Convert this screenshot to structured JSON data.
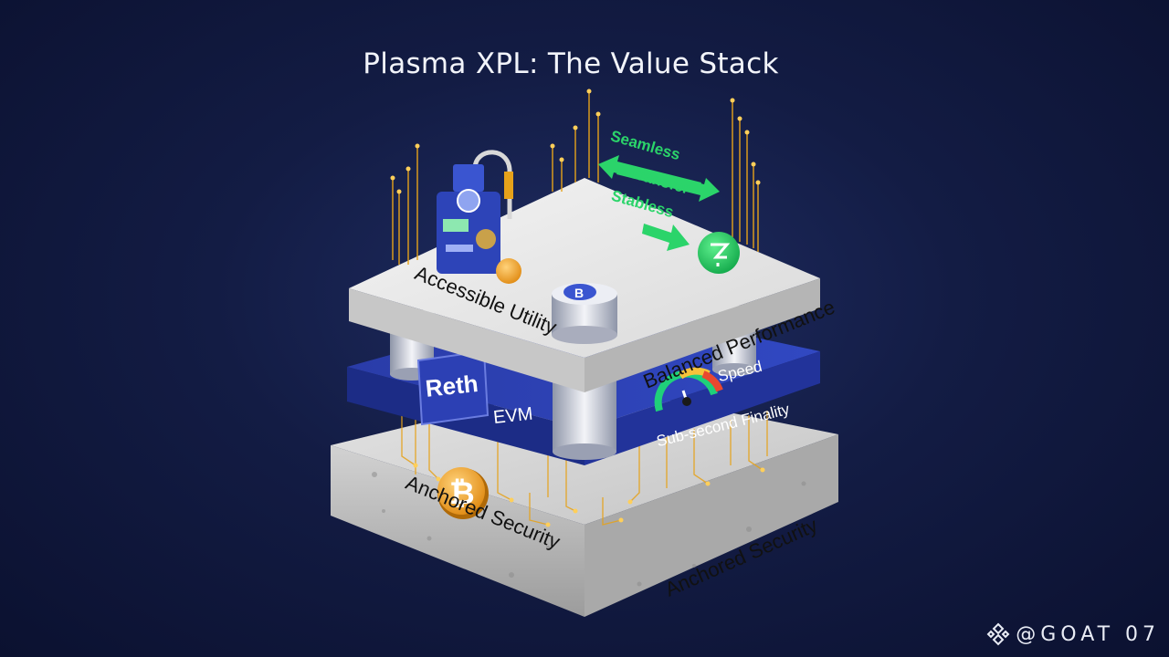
{
  "title": "Plasma XPL: The Value Stack",
  "layers": {
    "top": {
      "left_label": "Accessible Utility",
      "right_label": "Balanced Performance",
      "flow_labels": [
        "Seamless",
        "Transfer",
        "Stabless"
      ]
    },
    "middle": {
      "reth_label": "Reth",
      "evm_label": "EVM",
      "speed_label": "Speed",
      "finality_label": "Sub-second Finality"
    },
    "base": {
      "left_label": "Anchored Security",
      "right_label": "Anchored Security"
    }
  },
  "coins": {
    "btc_glyph": "₿",
    "blue_glyph": "B"
  },
  "icons": [
    "atm-machine-icon",
    "bitcoin-coin-icon",
    "blue-token-icon",
    "green-plasma-coin-icon",
    "speedometer-icon",
    "bi-directional-arrow-icon",
    "right-arrow-icon"
  ],
  "colors": {
    "background": "#131c44",
    "accent_blue": "#2a3fb0",
    "green": "#2bd46a",
    "gold": "#f0a020",
    "stone": "#cfcfcf"
  },
  "watermark": "@GOAT 07"
}
